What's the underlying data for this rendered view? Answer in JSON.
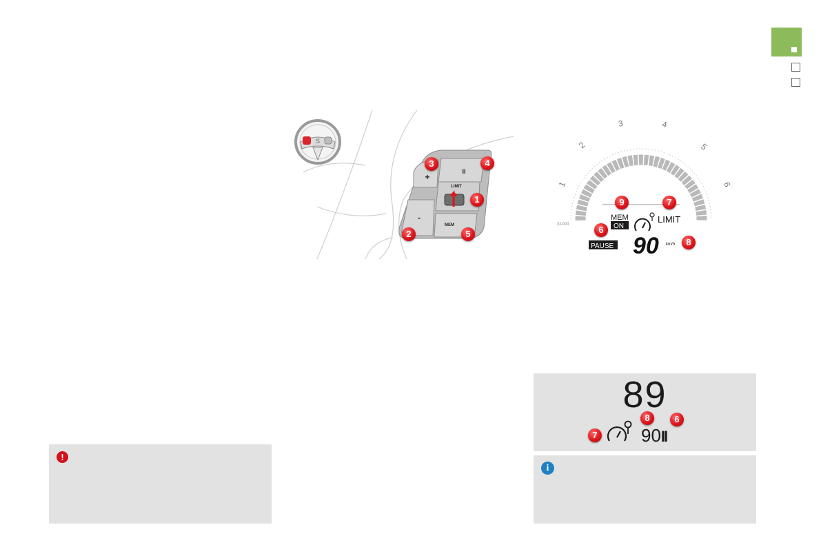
{
  "chapter_tabs": {
    "active_color": "#8dbb5c",
    "boxes": 2
  },
  "steering_controls": {
    "buttons": {
      "pause_symbol": "II",
      "plus_symbol": "+",
      "minus_symbol": "-",
      "mem_label": "MEM",
      "limit_label": "LIMIT"
    },
    "callouts": [
      "1",
      "2",
      "3",
      "4",
      "5"
    ]
  },
  "instrument_panel": {
    "tach_ticks": [
      "1",
      "2",
      "3",
      "4",
      "5",
      "6"
    ],
    "tach_unit": "X1000",
    "mem_label": "MEM",
    "on_label": "ON",
    "limit_label": "LIMIT",
    "pause_label": "PAUSE",
    "speed_value": "90",
    "speed_unit": "km/h",
    "callouts": [
      "9",
      "7",
      "6",
      "8"
    ]
  },
  "hud_display": {
    "current_speed": "89",
    "set_speed": "90",
    "pause_symbol": "II",
    "callouts": [
      "7",
      "8",
      "6"
    ]
  },
  "colors": {
    "badge_red": "#e0141b",
    "warning_red": "#d4111b",
    "info_blue": "#1f7fc1",
    "panel_grey": "#e2e2e2"
  }
}
